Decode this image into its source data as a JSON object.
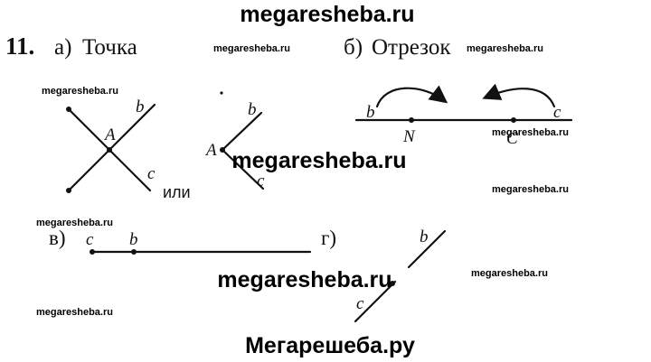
{
  "watermarks": {
    "site": "megaresheba.ru",
    "footer": "Мегарешеба.ру"
  },
  "exercise": {
    "number": "11.",
    "part_a": {
      "letter": "а)",
      "title": "Точка"
    },
    "part_b": {
      "letter": "б)",
      "title": "Отрезок"
    },
    "part_v": {
      "letter": "в)"
    },
    "part_g": {
      "letter": "г)"
    },
    "or_word": "или"
  },
  "labels": {
    "A": "A",
    "b": "b",
    "c": "c",
    "N": "N",
    "C": "C"
  }
}
